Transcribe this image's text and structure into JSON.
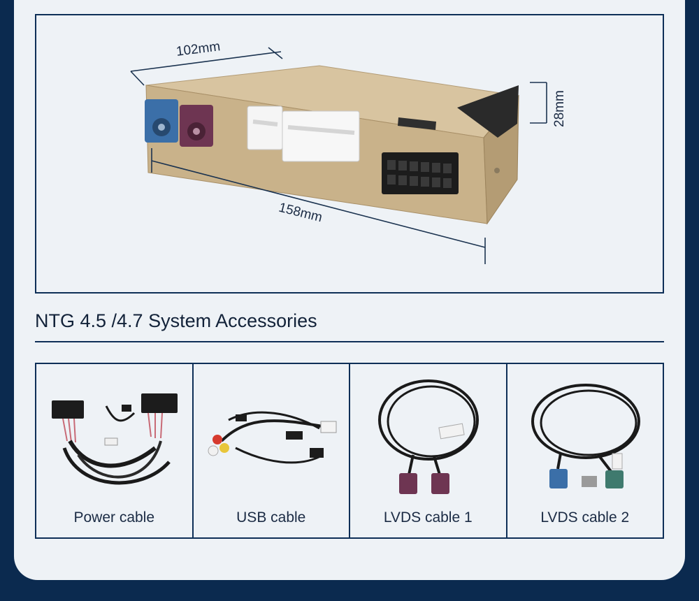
{
  "dimensions": {
    "width_label": "102mm",
    "length_label": "158mm",
    "height_label": "28mm"
  },
  "section": {
    "title": "NTG 4.5 /4.7 System Accessories"
  },
  "accessories": [
    {
      "label": "Power cable"
    },
    {
      "label": "USB cable"
    },
    {
      "label": "LVDS cable 1"
    },
    {
      "label": "LVDS cable 2"
    }
  ],
  "colors": {
    "background_navy": "#0b2a4f",
    "card": "#eef2f6",
    "frame_border": "#0e2f57",
    "box_gold": "#c9b28a",
    "connector_blue": "#3b6fa8",
    "connector_purple": "#6e3552"
  }
}
